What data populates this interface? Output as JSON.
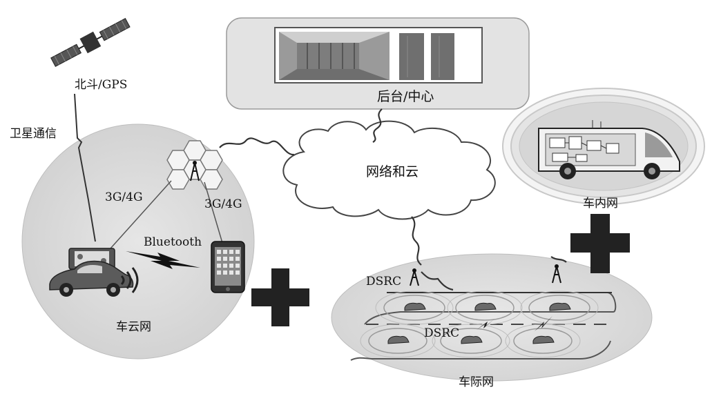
{
  "labels": {
    "beidou_gps": "北斗/GPS",
    "satellite_comm": "卫星通信",
    "backend_center": "后台/中心",
    "network_cloud": "网络和云",
    "in_vehicle_network": "车内网",
    "vehicle_cloud_network": "车云网",
    "inter_vehicle_network": "车际网",
    "link_3g4g_left": "3G/4G",
    "link_3g4g_right": "3G/4G",
    "bluetooth": "Bluetooth",
    "dsrc_tower": "DSRC",
    "dsrc_vehicles": "DSRC"
  },
  "colors": {
    "cloud_fill": "#ffffff",
    "network_fill": "#dcdcdc",
    "plus_sign": "#222222",
    "panel_fill": "#e3e3e3",
    "line": "#333333"
  },
  "icons": [
    "satellite-icon",
    "server-room-icon",
    "cell-tower-icon",
    "car-icon",
    "smartphone-icon",
    "vehicle-terminal-icon",
    "wifi-signal-icon",
    "van-icon"
  ]
}
